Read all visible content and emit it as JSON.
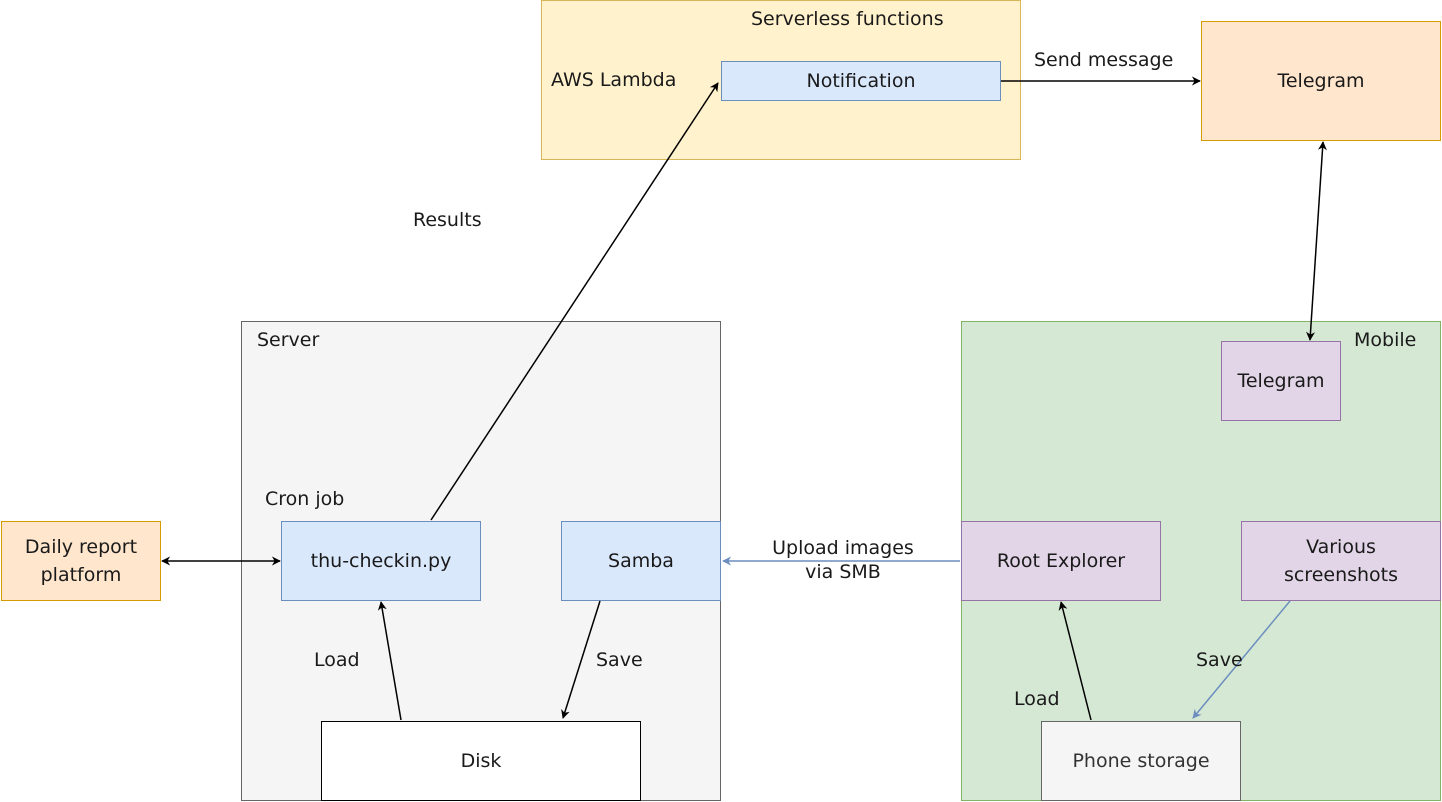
{
  "containers": {
    "serverless": {
      "title": "Serverless functions",
      "sub_label": "AWS Lambda",
      "fill": "#fff2cc",
      "stroke": "#d6b656"
    },
    "server": {
      "title": "Server",
      "sub_label": "Cron job",
      "fill": "#f5f5f5",
      "stroke": "#666666"
    },
    "mobile": {
      "title": "Mobile",
      "fill": "#d5e8d4",
      "stroke": "#82b366"
    }
  },
  "nodes": {
    "notification": {
      "label": "Notification",
      "fill": "#dae8fc",
      "stroke": "#6c8ebf"
    },
    "telegram_cloud": {
      "label": "Telegram",
      "fill": "#ffe6cc",
      "stroke": "#d79b00"
    },
    "telegram_mobile": {
      "label": "Telegram",
      "fill": "#e1d5e7",
      "stroke": "#9673a6"
    },
    "daily_report": {
      "line1": "Daily report",
      "line2": "platform",
      "fill": "#ffe6cc",
      "stroke": "#d79b00"
    },
    "thu_checkin": {
      "label": "thu-checkin.py",
      "fill": "#dae8fc",
      "stroke": "#6c8ebf"
    },
    "samba": {
      "label": "Samba",
      "fill": "#dae8fc",
      "stroke": "#6c8ebf"
    },
    "root_explorer": {
      "label": "Root Explorer",
      "fill": "#e1d5e7",
      "stroke": "#9673a6"
    },
    "various_screenshots": {
      "line1": "Various",
      "line2": "screenshots",
      "fill": "#e1d5e7",
      "stroke": "#9673a6"
    },
    "disk": {
      "label": "Disk",
      "fill": "#ffffff",
      "stroke": "#000000"
    },
    "phone_storage": {
      "label": "Phone storage",
      "fill": "#f5f5f5",
      "stroke": "#666666"
    }
  },
  "edge_labels": {
    "send_message": "Send message",
    "results": "Results",
    "upload_line1": "Upload images",
    "upload_line2": "via SMB",
    "load_server": "Load",
    "save_server": "Save",
    "load_mobile": "Load",
    "save_mobile": "Save"
  },
  "colors": {
    "edge_black": "#000000",
    "edge_blue": "#6c8ebf"
  }
}
